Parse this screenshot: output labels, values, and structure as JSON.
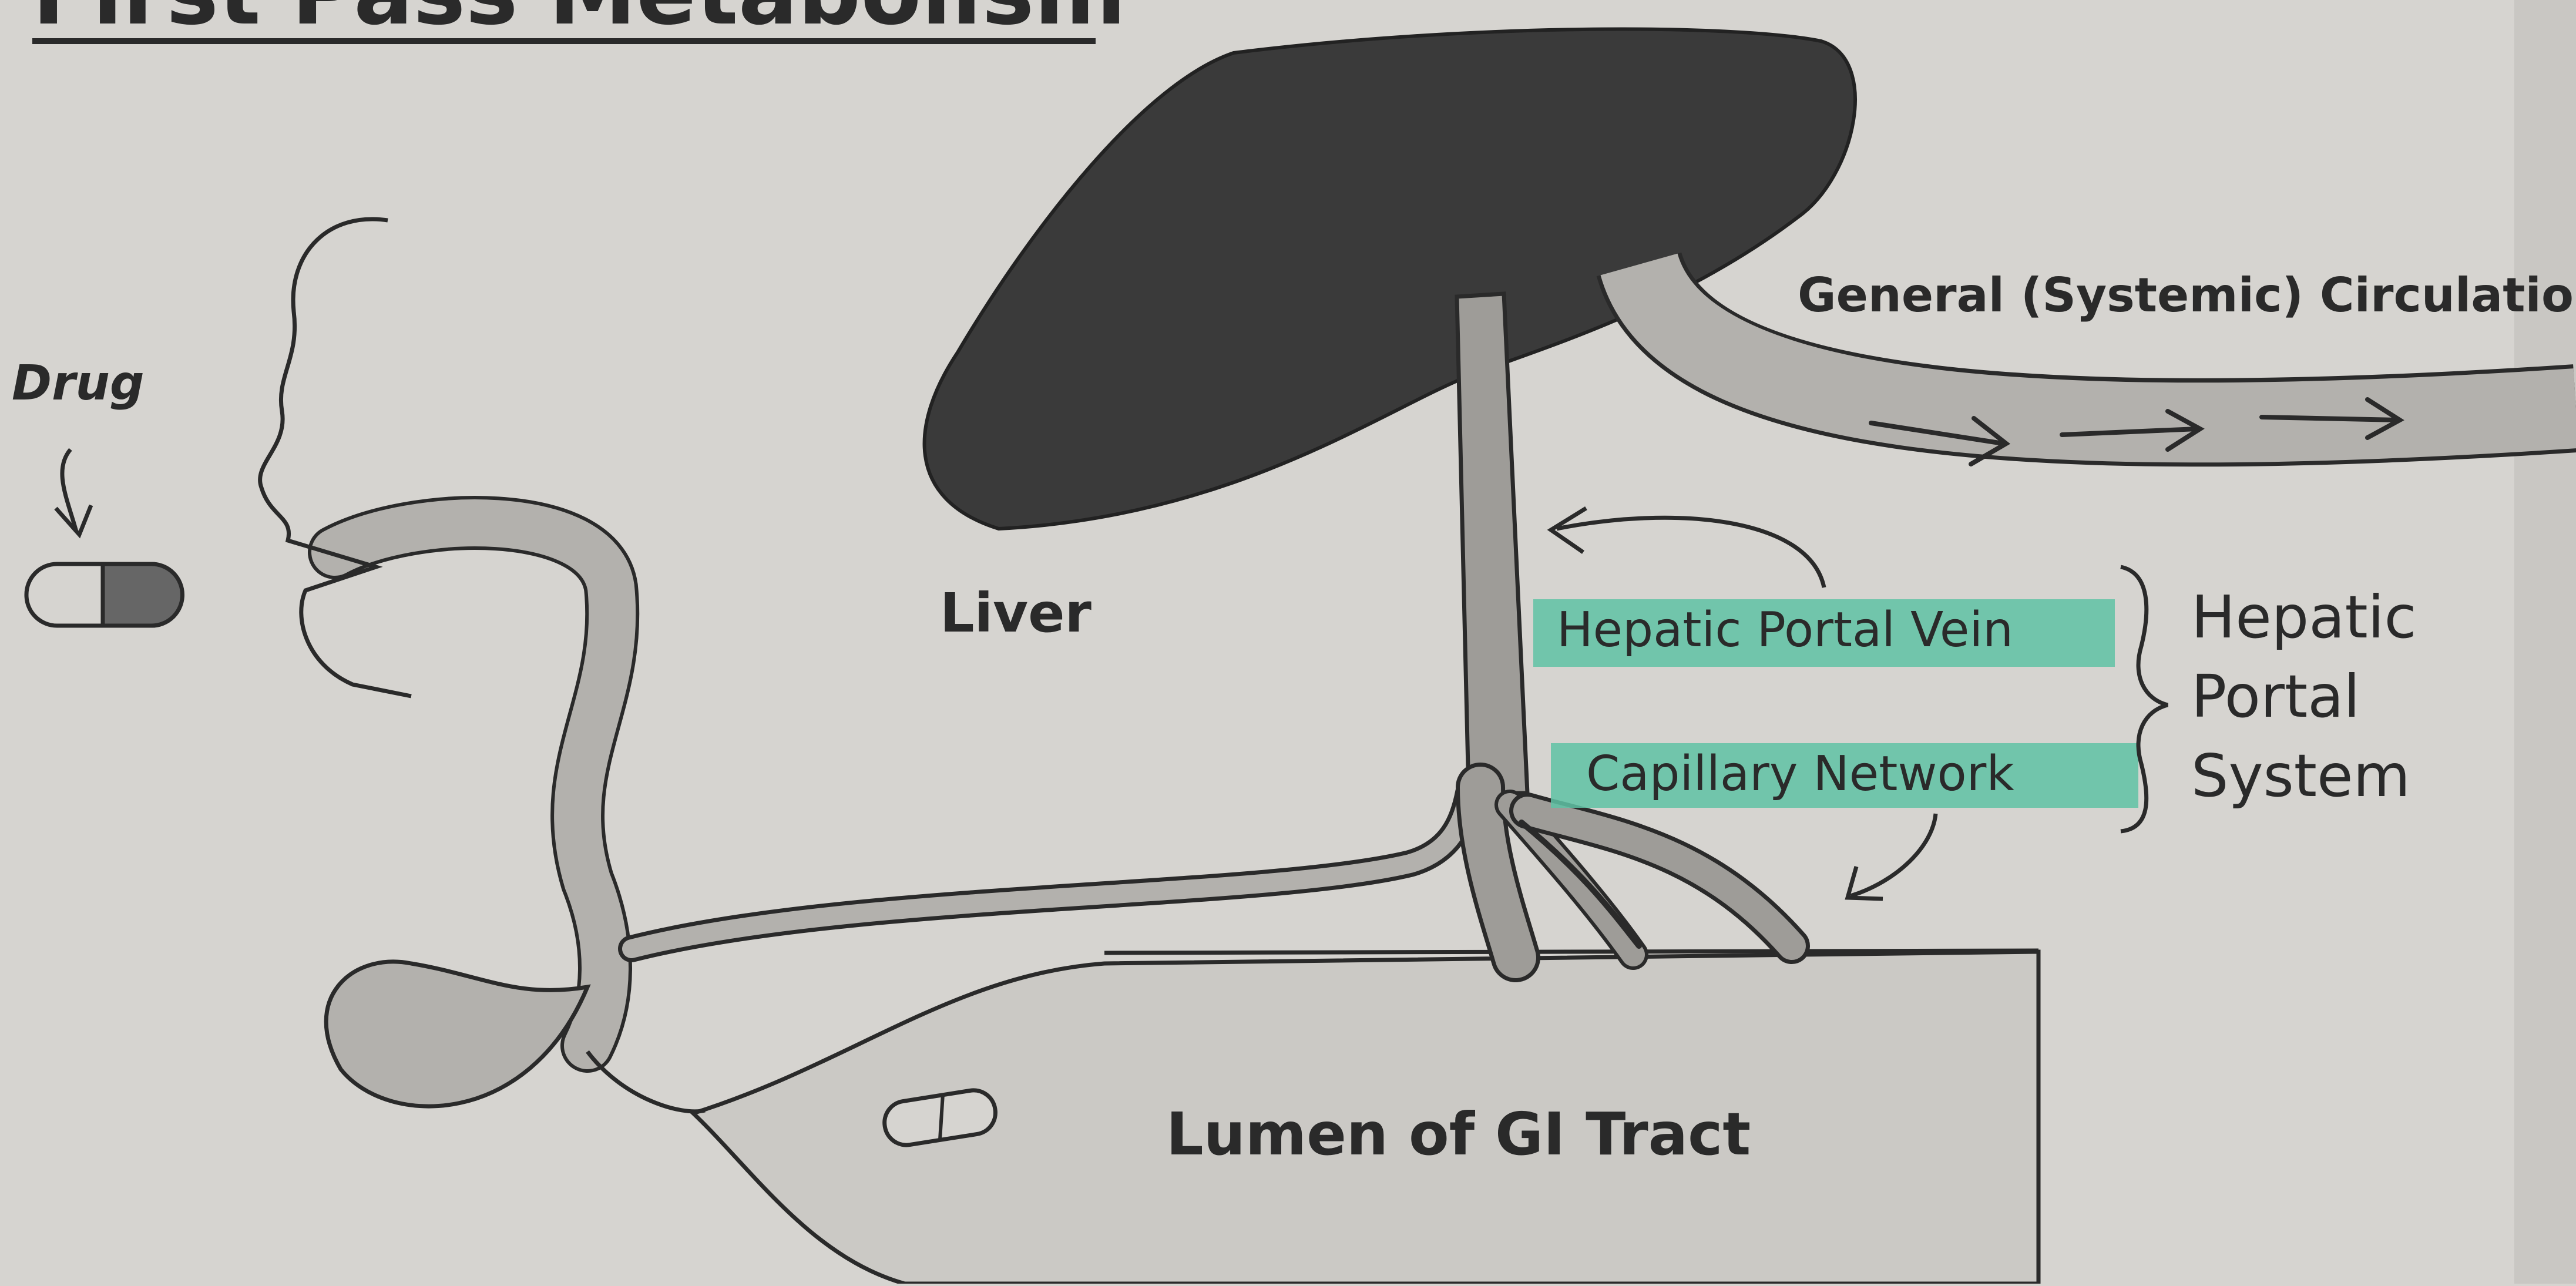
{
  "title": "First Pass Metabolism",
  "labels": {
    "drug": "Drug",
    "liver": "Liver",
    "general_circulation": "General (Systemic) Circulation",
    "hepatic_portal_vein": "Hepatic Portal Vein",
    "capillary_network": "Capillary Network",
    "hepatic_portal_system": [
      "Hepatic",
      "Portal",
      "System"
    ],
    "lumen": "Lumen of GI Tract"
  },
  "colors": {
    "paper": "#d6d4d0",
    "liver": "#3a3a3a",
    "vessel": "#b3b1ad",
    "highlight": "#5fc2a4",
    "ink": "#2a2a2a"
  }
}
